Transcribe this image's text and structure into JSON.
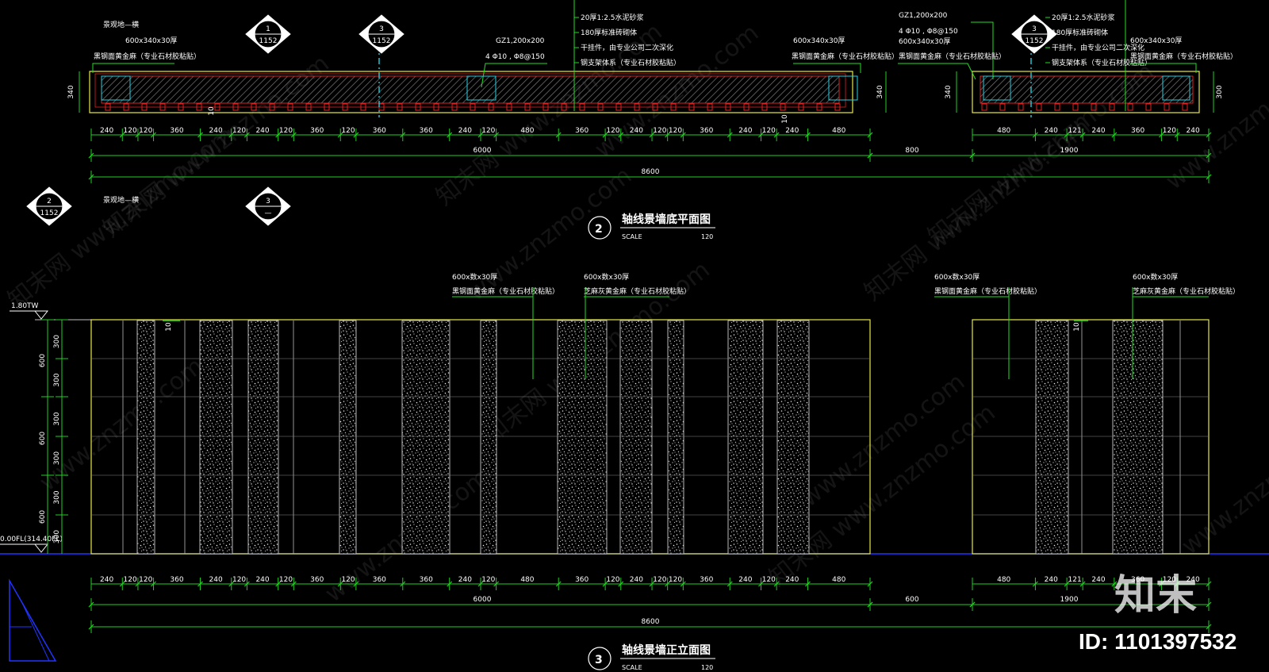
{
  "plan": {
    "title": "轴线景墙底平面图",
    "number": "2",
    "scale_label": "SCALE",
    "scale_value": "120",
    "note_top_left": "景观地—横",
    "note_mid_left": "景观地—横",
    "left_note_size": "600x340x30厚",
    "left_note_mat": "黑钢面黄金麻（专业石材胶粘贴）",
    "gz_label": "GZ1,200x200",
    "gz_rebar": "4 Φ10 , Φ8@150",
    "layers": [
      "20厚1:2.5水泥砂浆",
      "180厚标准砖砌体",
      "干挂件，由专业公司二次深化",
      "钢支架体系（专业石材胶粘贴）"
    ],
    "right_note_size": "600x340x30厚",
    "right_note_mat": "黑钢面黄金麻（专业石材胶粘贴）",
    "r_gz_label": "GZ1,200x200",
    "r_gz_rebar": "4 Φ10 , Φ8@150",
    "r_size": "600x340x30厚",
    "r_mat": "黑钢面黄金麻（专业石材胶粘贴）",
    "r_layers": [
      "20厚1:2.5水泥砂浆",
      "180厚标准砖砌体",
      "干挂件，由专业公司二次深化",
      "钢支架体系（专业石材胶粘贴）"
    ],
    "r_right_size": "600x340x30厚",
    "r_right_mat": "黑钢面黄金麻（专业石材胶粘贴）",
    "height_dim": "340",
    "height_dim_right": "300",
    "small_dim": "10",
    "dims_row": [
      "240",
      "120",
      "120",
      "360",
      "240",
      "120",
      "240",
      "120",
      "360",
      "120",
      "360",
      "360",
      "240",
      "120",
      "480",
      "360",
      "120",
      "240",
      "120",
      "120",
      "360",
      "240",
      "120",
      "240",
      "480"
    ],
    "dims_row_right": [
      "480",
      "240",
      "121",
      "240",
      "360",
      "120",
      "240"
    ],
    "total_left": "6000",
    "gap": "800",
    "total_right": "1900",
    "overall": "8600"
  },
  "elevation": {
    "title": "轴线景墙正立面图",
    "number": "3",
    "scale_label": "SCALE",
    "scale_value": "120",
    "top_level": "1.80TW",
    "bottom_level": "0.00FL(314.40FL)",
    "notes": [
      {
        "size": "600x数x30厚",
        "mat": "黑钢面黄金麻（专业石材胶粘贴）"
      },
      {
        "size": "600x数x30厚",
        "mat": "芝麻灰黄金麻（专业石材胶粘贴）"
      },
      {
        "size": "600x数x30厚",
        "mat": "黑钢面黄金麻（专业石材胶粘贴）"
      },
      {
        "size": "600x数x30厚",
        "mat": "芝麻灰黄金麻（专业石材胶粘贴）"
      }
    ],
    "vertical_dims": [
      "300",
      "300",
      "300",
      "300",
      "300",
      "300"
    ],
    "vertical_totals": [
      "600",
      "600",
      "600"
    ],
    "small_dim": "10",
    "dims_row": [
      "240",
      "120",
      "120",
      "360",
      "240",
      "120",
      "240",
      "120",
      "360",
      "120",
      "360",
      "360",
      "240",
      "120",
      "480",
      "360",
      "120",
      "240",
      "120",
      "120",
      "360",
      "240",
      "120",
      "240",
      "480"
    ],
    "dims_row_right": [
      "480",
      "240",
      "121",
      "240",
      "360",
      "120",
      "240"
    ],
    "total_left": "6000",
    "gap": "600",
    "total_right": "1900",
    "overall": "8600"
  },
  "markers": [
    {
      "num": "1",
      "sheet": "1152"
    },
    {
      "num": "3",
      "sheet": "1152"
    },
    {
      "num": "3",
      "sheet": "1152"
    },
    {
      "num": "2",
      "sheet": "1152"
    },
    {
      "num": "3",
      "sheet": "—"
    }
  ],
  "watermark": {
    "site": "www.znzmo.com",
    "brand": "知末网",
    "logo": "知末",
    "id_text": "ID: 1101397532"
  },
  "colors": {
    "background": "#000000",
    "outline": "#e8e840",
    "leader": "#22dd22",
    "dimension": "#22cc22",
    "section_red": "#dd2222",
    "cyan": "#22d0e0",
    "ground_line": "#2233ff",
    "text": "#ffffff"
  }
}
